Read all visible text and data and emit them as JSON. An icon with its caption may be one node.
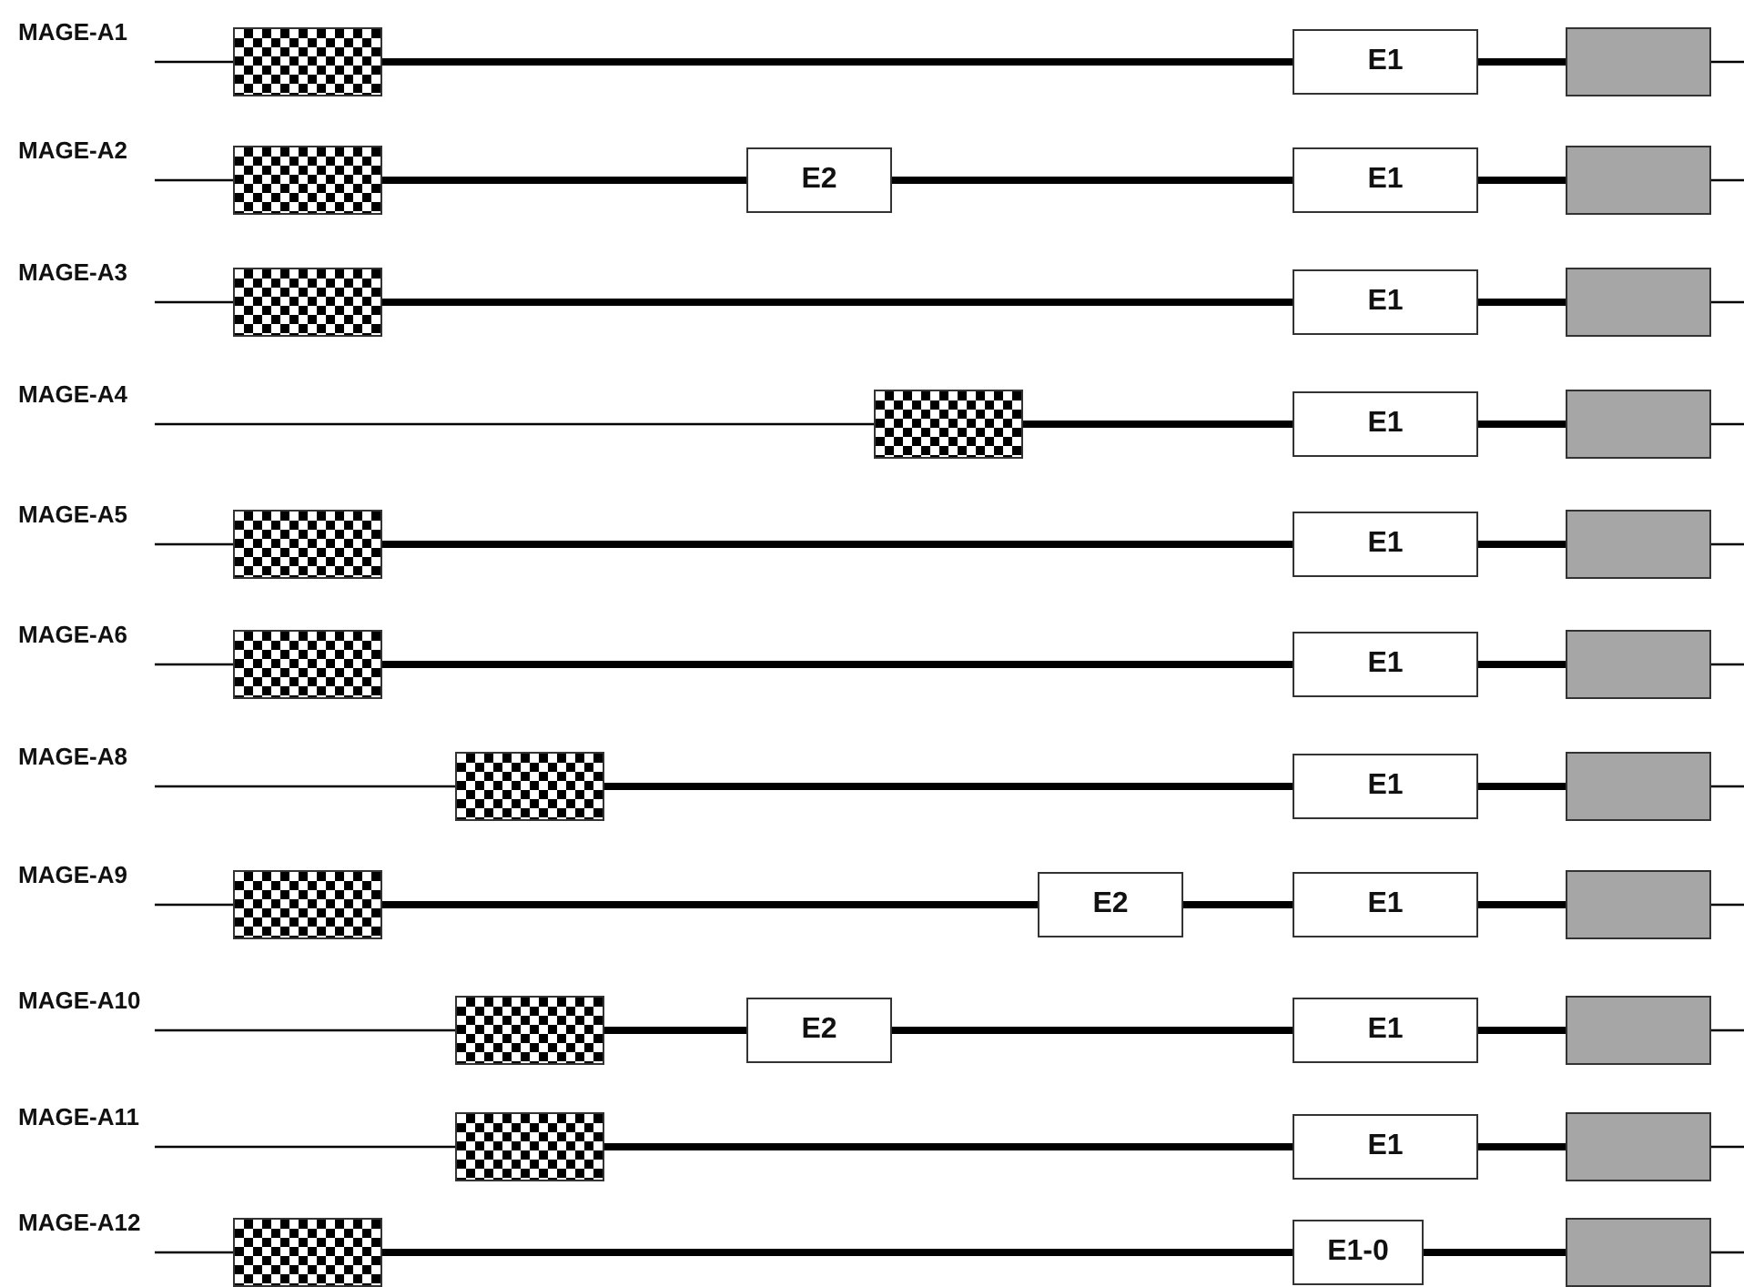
{
  "diagram": {
    "nodes": [
      {
        "text": [],
        "shape": "box"
      },
      {
        "text": [
          "E1"
        ]
      },
      {
        "text": [],
        "shape": "box"
      },
      {
        "text": [],
        "shape": "box"
      },
      {
        "text": [
          "E2"
        ]
      },
      {
        "text": [
          "E1"
        ]
      },
      {
        "text": [],
        "shape": "box"
      },
      {
        "text": [],
        "shape": "box"
      },
      {
        "text": [
          "E1"
        ]
      },
      {
        "text": [],
        "shape": "box"
      },
      {
        "text": [],
        "shape": "box"
      },
      {
        "text": [
          "E1"
        ]
      },
      {
        "text": [],
        "shape": "box"
      },
      {
        "text": [],
        "shape": "box"
      },
      {
        "text": [
          "E1"
        ]
      },
      {
        "text": [],
        "shape": "box"
      },
      {
        "text": [],
        "shape": "box"
      },
      {
        "text": [
          "E1"
        ]
      },
      {
        "text": [],
        "shape": "box"
      },
      {
        "text": [],
        "shape": "box"
      },
      {
        "text": [
          "E1"
        ]
      },
      {
        "text": [],
        "shape": "box"
      },
      {
        "text": [],
        "shape": "box"
      },
      {
        "text": [
          "E2"
        ]
      },
      {
        "text": [
          "E1"
        ]
      },
      {
        "text": [],
        "shape": "box"
      },
      {
        "text": [],
        "shape": "box"
      },
      {
        "text": [
          "E2"
        ]
      },
      {
        "text": [
          "E1"
        ]
      },
      {
        "text": [],
        "shape": "box"
      },
      {
        "text": [],
        "shape": "box"
      },
      {
        "text": [
          "E1"
        ]
      },
      {
        "text": [],
        "shape": "box"
      },
      {
        "text": [],
        "shape": "box"
      },
      {
        "text": [
          "E1-0"
        ]
      },
      {
        "text": [],
        "shape": "box"
      }
    ],
    "edges": [
      {
        "from": null,
        "to": 0,
        "arrow": "none"
      },
      {
        "from": 0,
        "to": 1,
        "arrow": "none"
      },
      {
        "from": 1,
        "to": 2,
        "arrow": "none"
      },
      {
        "from": 2,
        "to": null,
        "arrow": "none"
      },
      {
        "from": null,
        "to": 3,
        "arrow": "none"
      },
      {
        "from": 3,
        "to": 4,
        "arrow": "none"
      },
      {
        "from": 4,
        "to": 5,
        "arrow": "none"
      },
      {
        "from": 5,
        "to": 6,
        "arrow": "none"
      },
      {
        "from": 6,
        "to": null,
        "arrow": "none"
      },
      {
        "from": null,
        "to": 7,
        "arrow": "none"
      },
      {
        "from": 7,
        "to": 8,
        "arrow": "none"
      },
      {
        "from": 8,
        "to": 9,
        "arrow": "none"
      },
      {
        "from": 9,
        "to": null,
        "arrow": "none"
      },
      {
        "from": null,
        "to": 10,
        "arrow": "none"
      },
      {
        "from": 10,
        "to": 11,
        "arrow": "none"
      },
      {
        "from": 11,
        "to": 12,
        "arrow": "none"
      },
      {
        "from": 12,
        "to": null,
        "arrow": "none"
      },
      {
        "from": null,
        "to": 13,
        "arrow": "none"
      },
      {
        "from": 13,
        "to": 14,
        "arrow": "none"
      },
      {
        "from": 14,
        "to": 15,
        "arrow": "none"
      },
      {
        "from": 15,
        "to": null,
        "arrow": "none"
      },
      {
        "from": null,
        "to": 16,
        "arrow": "none"
      },
      {
        "from": 16,
        "to": 17,
        "arrow": "none"
      },
      {
        "from": 17,
        "to": 18,
        "arrow": "none"
      },
      {
        "from": 18,
        "to": null,
        "arrow": "none"
      },
      {
        "from": null,
        "to": 19,
        "arrow": "none"
      },
      {
        "from": 19,
        "to": 20,
        "arrow": "none"
      },
      {
        "from": 20,
        "to": 21,
        "arrow": "none"
      },
      {
        "from": 21,
        "to": null,
        "arrow": "none"
      },
      {
        "from": null,
        "to": 22,
        "arrow": "none"
      },
      {
        "from": 22,
        "to": 23,
        "arrow": "none"
      },
      {
        "from": 23,
        "to": 24,
        "arrow": "none"
      },
      {
        "from": 24,
        "to": 25,
        "arrow": "none"
      },
      {
        "from": 25,
        "to": null,
        "arrow": "none"
      },
      {
        "from": null,
        "to": 26,
        "arrow": "none"
      },
      {
        "from": 26,
        "to": 27,
        "arrow": "none"
      },
      {
        "from": 27,
        "to": 28,
        "arrow": "none"
      },
      {
        "from": 28,
        "to": 29,
        "arrow": "none"
      },
      {
        "from": 29,
        "to": null,
        "arrow": "none"
      },
      {
        "from": null,
        "to": 30,
        "arrow": "none"
      },
      {
        "from": 30,
        "to": 31,
        "arrow": "none"
      },
      {
        "from": 31,
        "to": 32,
        "arrow": "none"
      },
      {
        "from": 32,
        "to": null,
        "arrow": "none"
      },
      {
        "from": null,
        "to": 33,
        "arrow": "none"
      },
      {
        "from": 33,
        "to": 34,
        "arrow": "none"
      },
      {
        "from": 34,
        "to": 35,
        "arrow": "none"
      },
      {
        "from": 35,
        "to": null,
        "arrow": "none"
      }
    ],
    "labels": [
      "MAGE-A1",
      "MAGE-A2",
      "MAGE-A3",
      "MAGE-A4",
      "MAGE-A5",
      "MAGE-A6",
      "MAGE-A8",
      "MAGE-A9",
      "MAGE-A10",
      "MAGE-A11",
      "MAGE-A12"
    ]
  }
}
